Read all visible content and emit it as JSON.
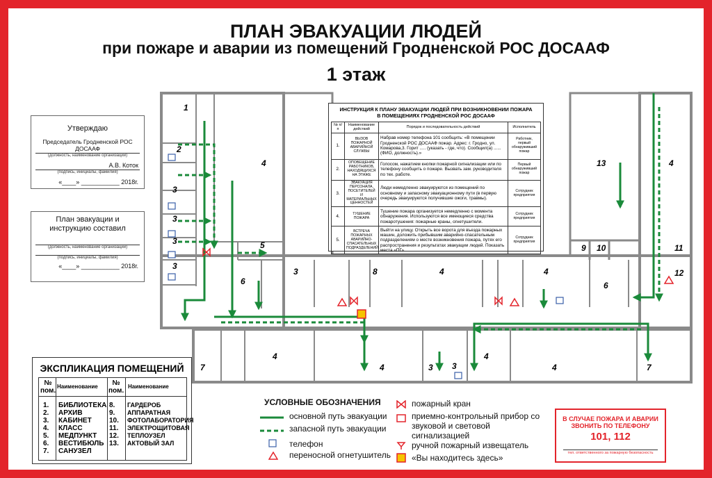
{
  "title": {
    "line1": "ПЛАН ЭВАКУАЦИИ ЛЮДЕЙ",
    "line2": "при пожаре и аварии из помещений Гродненской РОС ДОСААФ",
    "floor": "1 этаж"
  },
  "approve": {
    "head": "Утверждаю",
    "position": "Председатель Гродненской РОС ДОСААФ",
    "position_caption": "(должность, наименование организации)",
    "signer": "А.В. Коток",
    "signer_caption": "(подпись, инициалы, фамилия)",
    "date": "«____» ___________ 2018г."
  },
  "compiled": {
    "head": "План эвакуации и инструкцию составил",
    "position_caption": "(должность, наименование организации)",
    "signer_caption": "(подпись, инициалы, фамилия)",
    "date": "«____» ___________ 2018г."
  },
  "instructions": {
    "title1": "ИНСТРУКЦИЯ К ПЛАНУ ЭВАКУАЦИИ ЛЮДЕЙ ПРИ ВОЗНИКНОВЕНИИ ПОЖАРА",
    "title2": "В ПОМЕЩЕНИЯХ ГРОДНЕНСКОЙ РОС ДОСААФ",
    "headers": [
      "№ п/п",
      "Наименование действий",
      "Порядок и последовательность действий",
      "Исполнитель"
    ],
    "rows": [
      {
        "n": "1.",
        "name": "ВЫЗОВ ПОЖАРНОЙ АВАРИЙНОЙ СЛУЖБЫ",
        "text": "Набрав номер телефона 101 сообщить: «В помещении Гродненской РОС ДОСААФ пожар. Адрес: г. Гродно, ул. Комарова,3. Горит ..... (указать - где, что). Сообщил(а) ...... (ФИО, должность).»",
        "who": "Работник, первый обнаруживший пожар"
      },
      {
        "n": "2.",
        "name": "ОПОВЕЩЕНИЕ РАБОТНИКОВ, НАХОДЯЩИХСЯ НА ЭТАЖЕ",
        "text": "Голосом, нажатием кнопки пожарной сигнализации или по телефону сообщить о пожаре. Вызвать зам. руководителя по тех. работе.",
        "who": "Первый обнаруживший пожар"
      },
      {
        "n": "3.",
        "name": "ЭВАКУАЦИЯ ПЕРСОНАЛА, ПОСЕТИТЕЛЕЙ И МАТЕРИАЛЬНЫХ ЦЕННОСТЕЙ",
        "text": "Люди немедленно эвакуируются из помещений по основному и запасному эвакуационному пути (в первую очередь эвакуируются получившие ожоги, травмы).",
        "who": "Сотрудник предприятия"
      },
      {
        "n": "4.",
        "name": "ТУШЕНИЕ ПОЖАРА",
        "text": "Тушение пожара организуется немедленно с момента обнаружения. Используются все имеющиеся средства пожаротушения: пожарные краны, огнетушители.",
        "who": "Сотрудник предприятия"
      },
      {
        "n": "5.",
        "name": "ВСТРЕЧА ПОЖАРНЫХ АВАРИЙНО-СПАСАТЕЛЬНЫХ ПОДРАЗДЕЛЕНИЙ",
        "text": "Выйти на улицу. Открыть все ворота для въезда пожарных машин, доложить прибывшим аварийно-спасательным подразделениям о месте возникновения пожара, путях его распространения и результатах эвакуации людей. Показать места «ПГ»",
        "who": "Сотрудник предприятия"
      }
    ]
  },
  "explication": {
    "title": "ЭКСПЛИКАЦИЯ ПОМЕЩЕНИЙ",
    "h_num": "№ пом.",
    "h_name": "Наименование",
    "left": [
      {
        "n": "1.",
        "name": "БИБЛИОТЕКА"
      },
      {
        "n": "2.",
        "name": "АРХИВ"
      },
      {
        "n": "3.",
        "name": "КАБИНЕТ"
      },
      {
        "n": "4.",
        "name": "КЛАСС"
      },
      {
        "n": "5.",
        "name": "МЕДПУНКТ"
      },
      {
        "n": "6.",
        "name": "ВЕСТИБЮЛЬ"
      },
      {
        "n": "7.",
        "name": "САНУЗЕЛ"
      }
    ],
    "right": [
      {
        "n": "8.",
        "name": "ГАРДЕРОБ"
      },
      {
        "n": "9.",
        "name": "АППАРАТНАЯ"
      },
      {
        "n": "10.",
        "name": "ФОТОЛАБОРАТОРИЯ"
      },
      {
        "n": "11.",
        "name": "ЭЛЕКТРОЩИТОВАЯ"
      },
      {
        "n": "12.",
        "name": "ТЕПЛОУЗЕЛ"
      },
      {
        "n": "13.",
        "name": "АКТОВЫЙ ЗАЛ"
      }
    ]
  },
  "legend": {
    "title": "УСЛОВНЫЕ ОБОЗНАЧЕНИЯ",
    "main_path": "основной путь эвакуации",
    "reserve_path": "запасной путь эвакуации",
    "phone": "телефон",
    "extinguisher": "переносной огнетушитель",
    "hydrant": "пожарный кран",
    "alarm_device": "приемно-контрольный прибор со звуковой и световой сигнализацией",
    "call_point": "ручной пожарный извещатель",
    "you_are_here": "«Вы находитесь здесь»"
  },
  "emergency": {
    "line1": "В СЛУЧАЕ ПОЖАРА И АВАРИИ",
    "line2": "ЗВОНИТЬ ПО ТЕЛЕФОНУ",
    "number": "101, 112",
    "caption": "тел. ответственного за пожарную безопасность"
  },
  "rooms": {
    "r1": "1",
    "r2": "2",
    "r3": "3",
    "r4": "4",
    "r5": "5",
    "r6": "6",
    "r7": "7",
    "r8": "8",
    "r9": "9",
    "r10": "10",
    "r11": "11",
    "r12": "12",
    "r13": "13"
  },
  "colors": {
    "frame": "#e3242b",
    "evac_path": "#1a8a3a",
    "walls": "#8a8a8a",
    "symbols": "#e3242b",
    "you_are_here": "#f5c400"
  }
}
